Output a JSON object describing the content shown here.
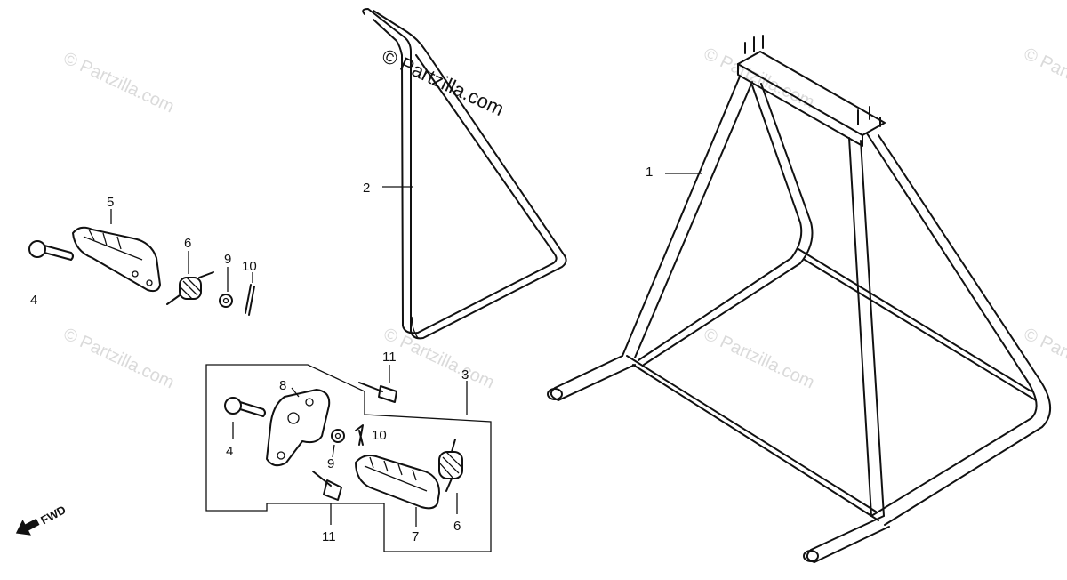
{
  "watermark": {
    "main": "© Partzilla.com",
    "faint": "© Partzilla.com"
  },
  "direction_marker": {
    "label": "FWD",
    "icon": "arrow-left-icon"
  },
  "callouts": {
    "stand": "1",
    "rear_stand": "2",
    "step_assy": "3",
    "pin_left": "4",
    "pin_right": "4",
    "step_left": "5",
    "spring_left": "6",
    "spring_right": "6",
    "step_right": "7",
    "holder": "8",
    "washer_left": "9",
    "washer_right": "9",
    "cotter_left": "10",
    "cotter_right": "10",
    "bolt_top": "11",
    "bolt_bottom": "11"
  }
}
